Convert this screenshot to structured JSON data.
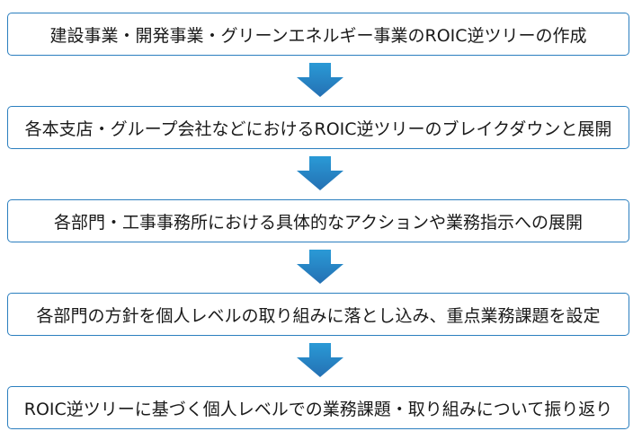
{
  "steps": [
    "建設事業・開発事業・グリーンエネルギー事業のROIC逆ツリーの作成",
    "各本支店・グループ会社などにおけるROIC逆ツリーのブレイクダウンと展開",
    "各部門・工事事務所における具体的なアクションや業務指示への展開",
    "各部門の方針を個人レベルの取り組みに落とし込み、重点業務課題を設定",
    "ROIC逆ツリーに基づく個人レベルでの業務課題・取り組みについて振り返り"
  ],
  "colors": {
    "border": "#2b7fbf",
    "arrow_top": "#2a9ad6",
    "arrow_bottom": "#2470b3",
    "text": "#1a1a1a"
  }
}
